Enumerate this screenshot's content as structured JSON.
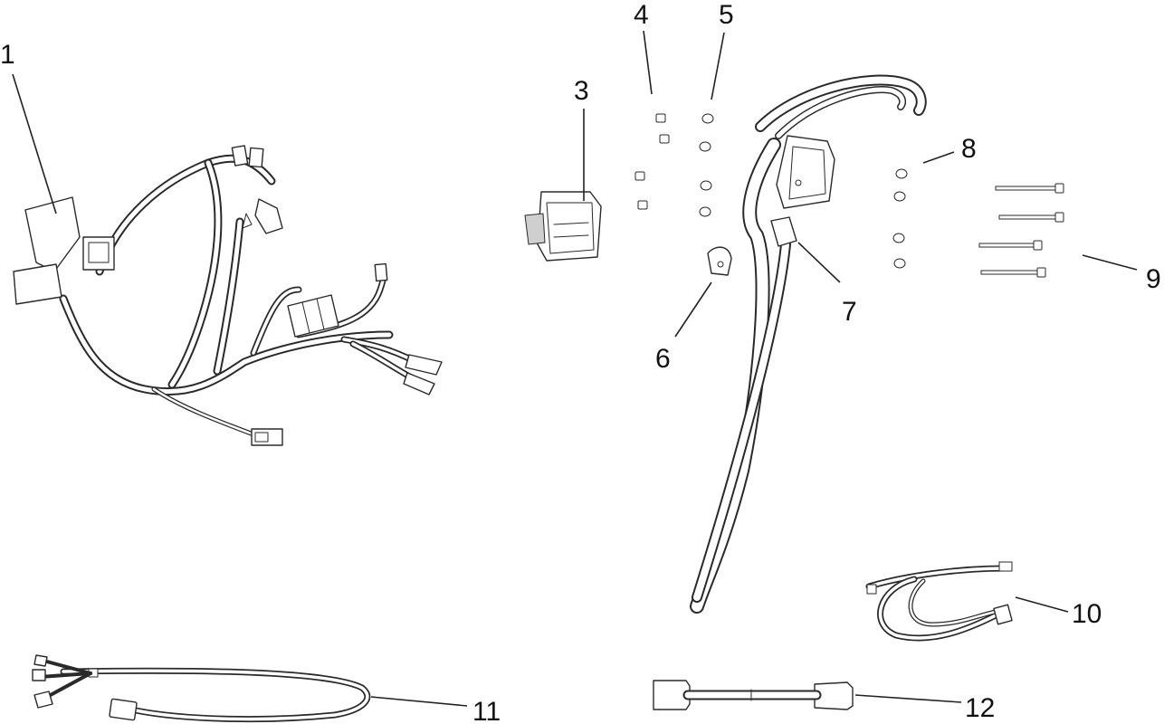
{
  "callouts": {
    "c1": "1",
    "c3": "3",
    "c4": "4",
    "c5": "5",
    "c6": "6",
    "c7": "7",
    "c8": "8",
    "c9": "9",
    "c10": "10",
    "c11": "11",
    "c12": "12"
  }
}
